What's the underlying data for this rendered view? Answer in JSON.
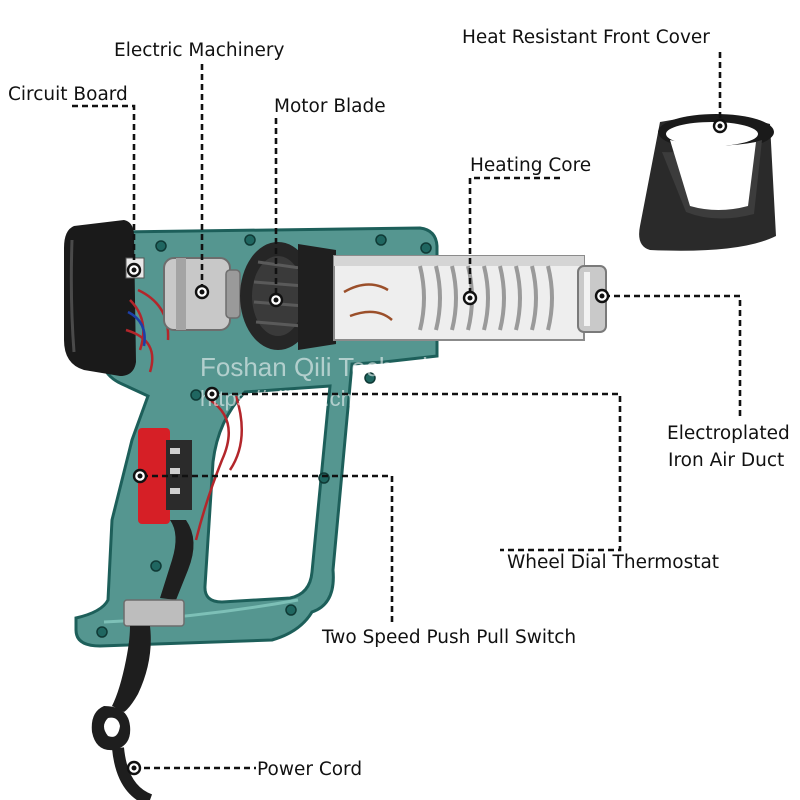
{
  "labels": {
    "electric_machinery": "Electric Machinery",
    "circuit_board": "Circuit Board",
    "motor_blade": "Motor Blade",
    "heat_resistant_front_cover": "Heat Resistant Front Cover",
    "heating_core": "Heating Core",
    "electroplated_line1": "Electroplated",
    "electroplated_line2": "Iron Air Duct",
    "wheel_dial_thermostat": "Wheel Dial Thermostat",
    "two_speed_push_pull_switch": "Two Speed Push Pull Switch",
    "power_cord": "Power Cord"
  },
  "watermark": {
    "company": "Foshan Qili Technology Co., Ltd",
    "url": "https://qili.en.china.cn/"
  },
  "colors": {
    "housing": "#2f7f78",
    "housing_edge": "#1d5f5a",
    "black_part": "#1a1a1a",
    "chrome": "#c9c9c9",
    "coil": "#d8d8d8",
    "switch_red": "#d61f26",
    "wire_red": "#b3262b",
    "leader_line": "#111111"
  }
}
